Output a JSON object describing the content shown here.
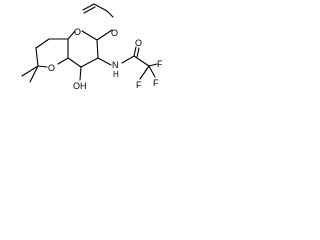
{
  "molecule": {
    "atoms": {
      "ring_o_top": "O",
      "glycoside_o": "O",
      "acetal_o": "O",
      "oh": "OH",
      "nh": "N",
      "h": "H",
      "carbonyl_o": "O",
      "f1": "F",
      "f2": "F",
      "f3": "F"
    }
  },
  "colors": {
    "ink": "#000000",
    "background": "#ffffff"
  }
}
